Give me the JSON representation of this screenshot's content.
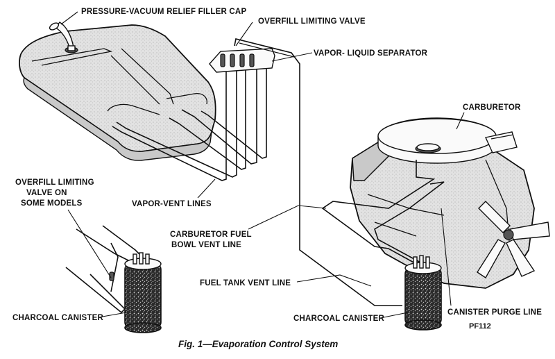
{
  "labels": {
    "filler_cap": "PRESSURE-VACUUM RELIEF FILLER CAP",
    "overfill_valve": "OVERFILL LIMITING VALVE",
    "separator": "VAPOR- LIQUID SEPARATOR",
    "carburetor": "CARBURETOR",
    "overfill_note_line1": "OVERFILL LIMITING",
    "overfill_note_line2": "VALVE ON",
    "overfill_note_line3": "SOME MODELS",
    "vapor_vent": "VAPOR-VENT LINES",
    "carb_vent_line1": "CARBURETOR FUEL",
    "carb_vent_line2": "BOWL VENT LINE",
    "fuel_tank_vent": "FUEL TANK VENT LINE",
    "canister_left": "CHARCOAL CANISTER",
    "canister_right": "CHARCOAL CANISTER",
    "purge_line": "CANISTER PURGE LINE"
  },
  "figure_code": "PF112",
  "caption": "Fig. 1—Evaporation Control System"
}
